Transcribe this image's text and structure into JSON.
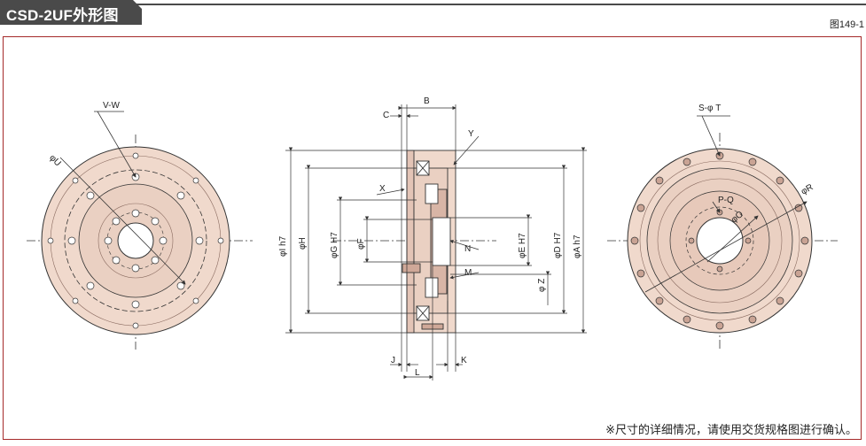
{
  "header": {
    "title": "CSD-2UF外形图",
    "figure_no": "图149-1"
  },
  "colors": {
    "accent": "#a52a2a",
    "body_fill": "#f0d9cc",
    "body_dark": "#d8b5a6",
    "line": "#333333",
    "tab": "#4a4a4a"
  },
  "labels": {
    "vw": "V-W",
    "phiu": "φU",
    "b": "B",
    "c": "C",
    "y": "Y",
    "x": "X",
    "n": "N",
    "m": "M",
    "j": "J",
    "l": "L",
    "k": "K",
    "phii": "φI h7",
    "phih": "φH",
    "phig": "φG H7",
    "phif": "φF",
    "phie": "φE H7",
    "phid": "φD H7",
    "phia": "φA h7",
    "phiz": "φ Z",
    "st": "S-φ T",
    "phir": "φR",
    "pq": "P-Q",
    "phio": "φO"
  },
  "note": "※尺寸的详细情况，请使用交货规格图进行确认。"
}
